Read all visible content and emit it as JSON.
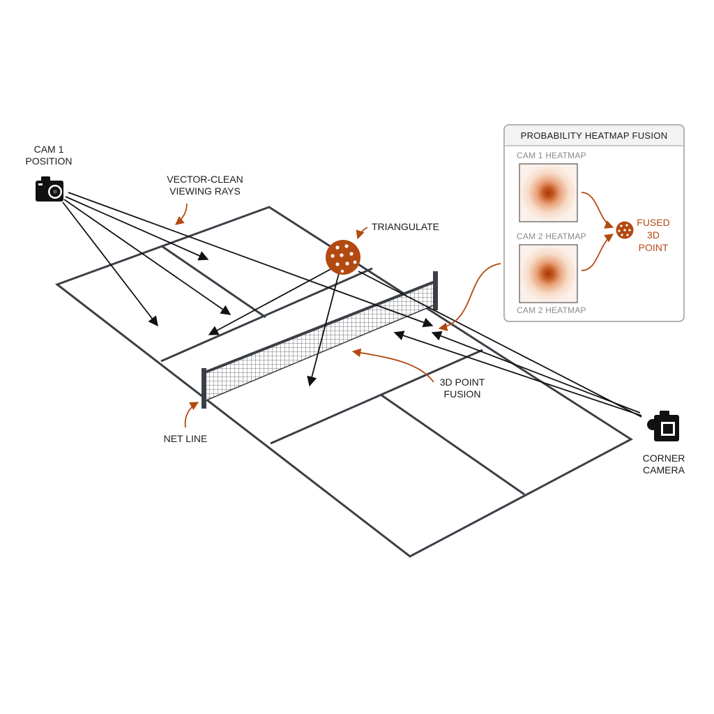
{
  "labels": {
    "cam1": [
      "CAM 1",
      "POSITION"
    ],
    "viewing_rays": [
      "VECTOR-CLEAN",
      "VIEWING RAYS"
    ],
    "triangulate": "TRIANGULATE",
    "point_fusion": [
      "3D POINT",
      "FUSION"
    ],
    "net_line": "NET LINE",
    "corner_camera": [
      "CORNER",
      "CAMERA"
    ]
  },
  "panel": {
    "title": "PROBABILITY HEATMAP FUSION",
    "heatmap_top_label": "CAM 1 HEATMAP",
    "heatmap_mid_label": "CAM 2 HEATMAP",
    "heatmap_bottom_label": "CAM 2 HEATMAP",
    "fused_label": [
      "FUSED",
      "3D",
      "POINT"
    ]
  },
  "colors": {
    "accent": "#b34a12",
    "court_line": "#3b3f45",
    "ray": "#111111",
    "panel_border": "#9a9a9a"
  },
  "icons": {
    "camera": "camera-icon",
    "ball": "pickleball-icon"
  }
}
